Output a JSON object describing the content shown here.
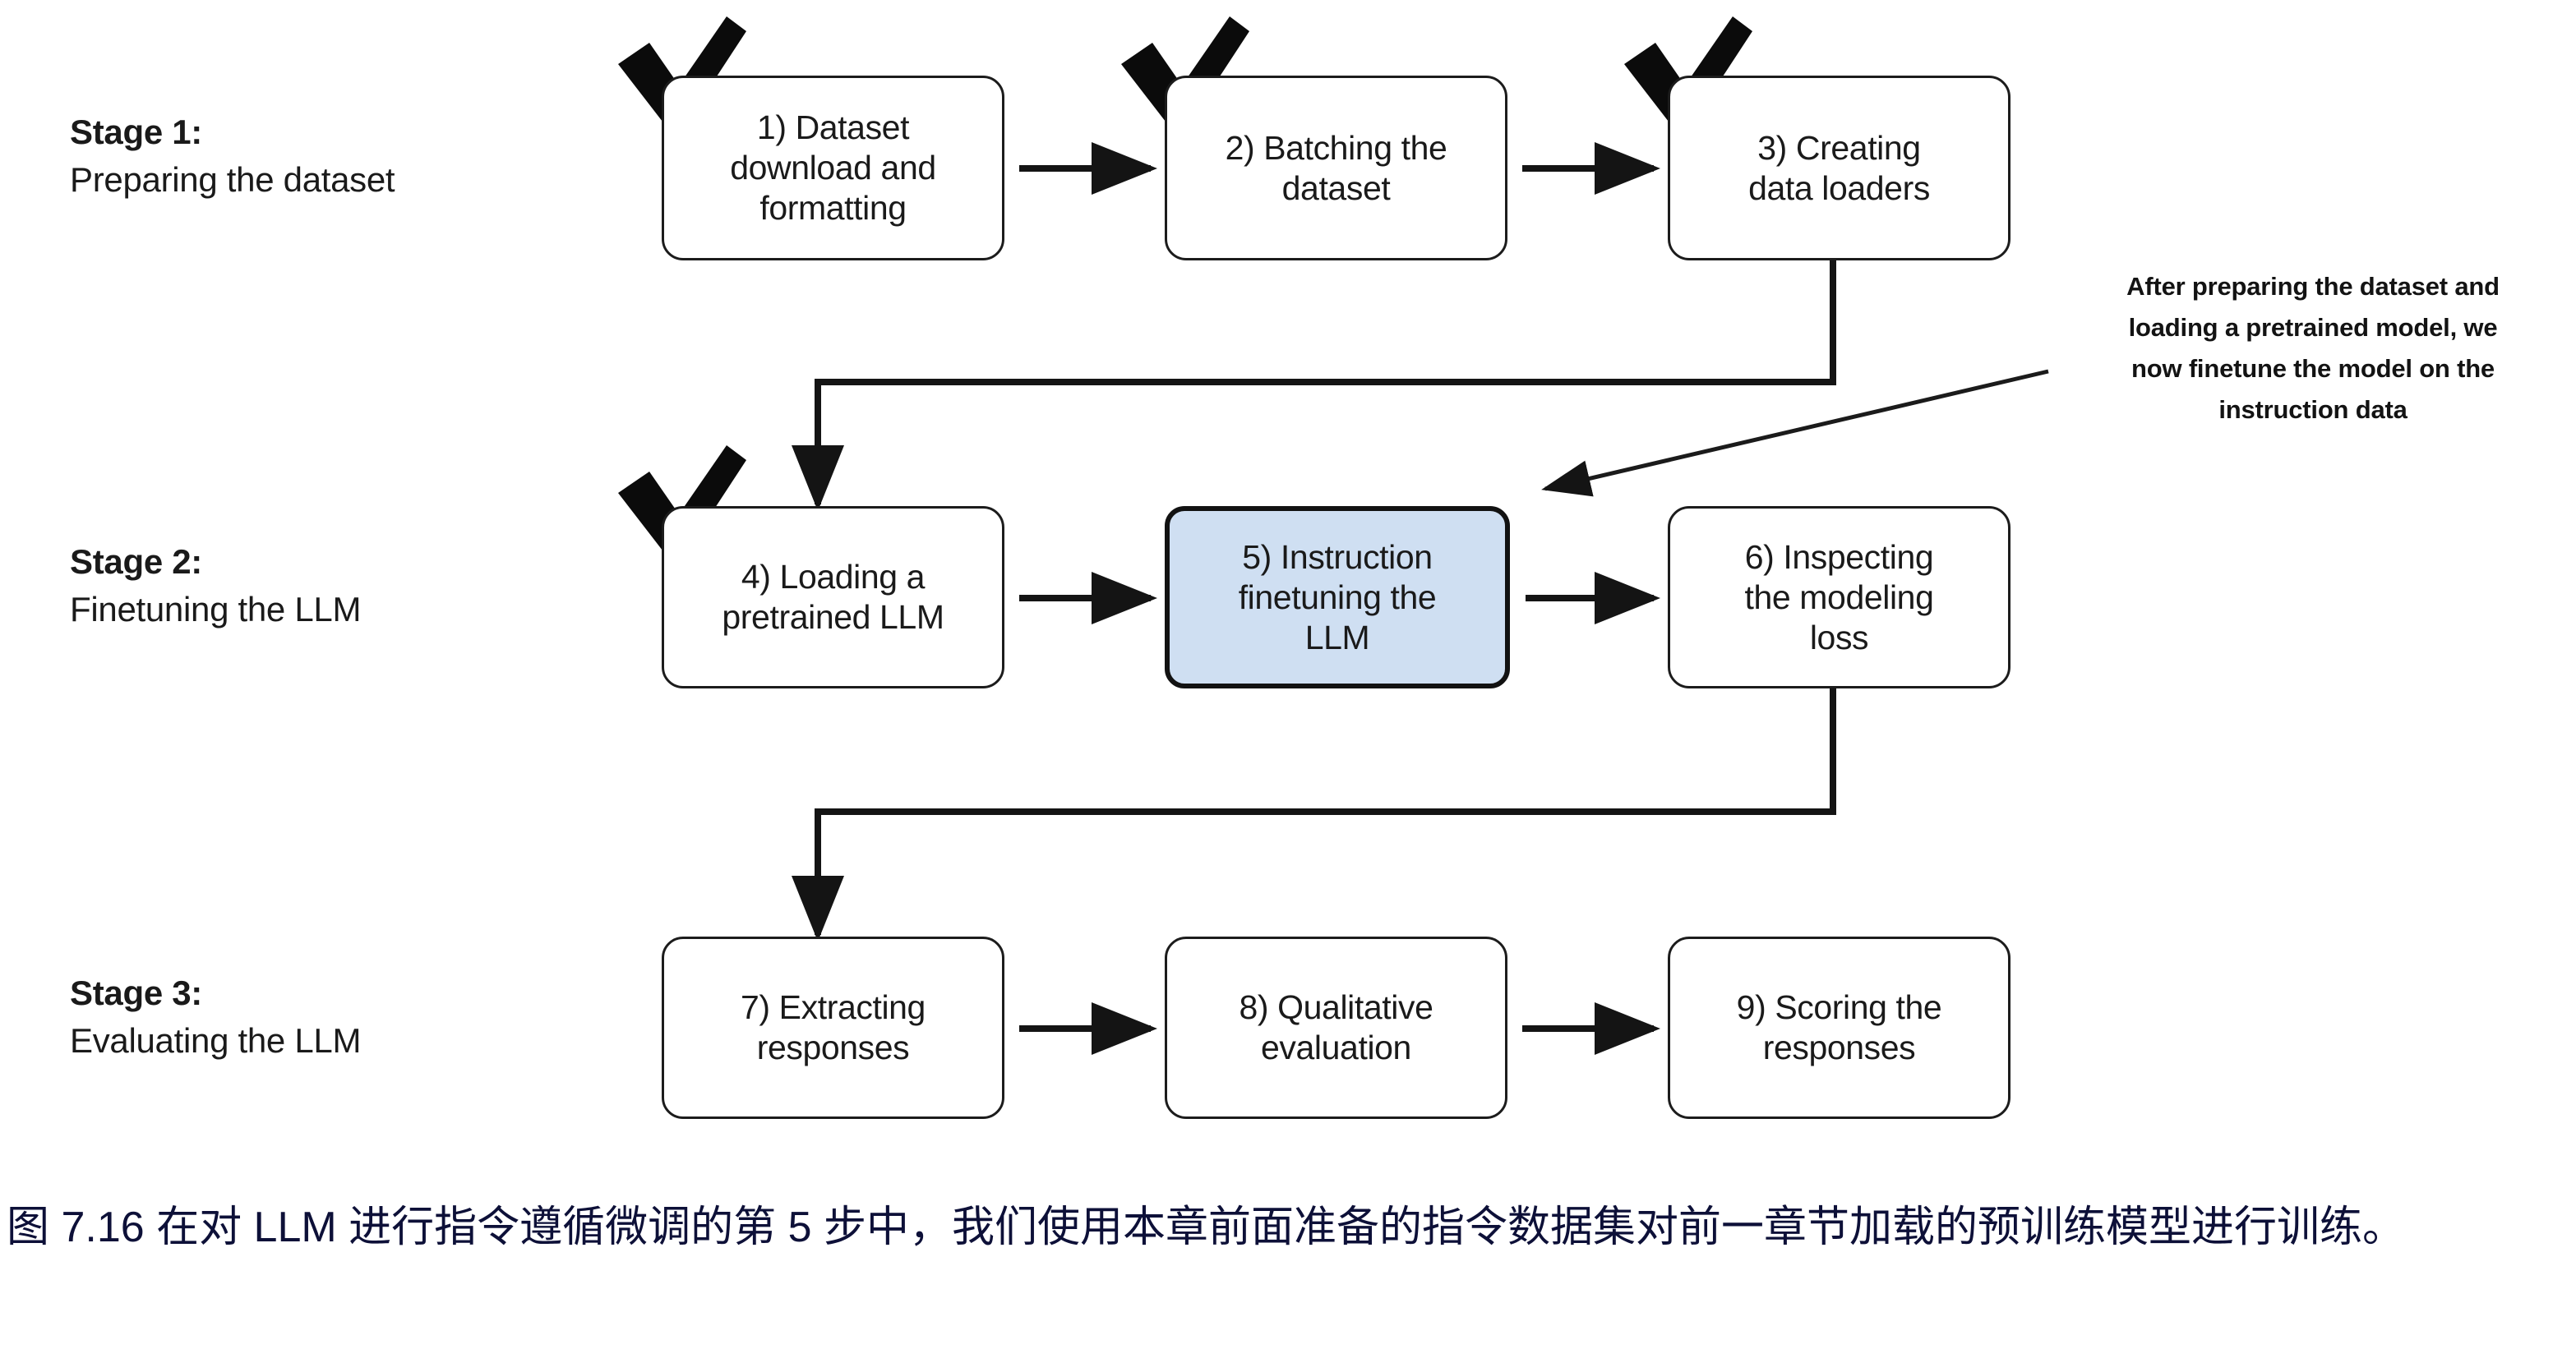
{
  "figure": {
    "title_number": "7.16",
    "stages": [
      {
        "id": "stage-1",
        "title": "Stage 1:",
        "subtitle": "Preparing the dataset"
      },
      {
        "id": "stage-2",
        "title": "Stage 2:",
        "subtitle": "Finetuning the LLM"
      },
      {
        "id": "stage-3",
        "title": "Stage 3:",
        "subtitle": "Evaluating the LLM"
      }
    ],
    "nodes": [
      {
        "id": "node-1",
        "label": "1) Dataset\ndownload and\nformatting",
        "done": true,
        "highlight": false
      },
      {
        "id": "node-2",
        "label": "2) Batching the\ndataset",
        "done": true,
        "highlight": false
      },
      {
        "id": "node-3",
        "label": "3) Creating\ndata loaders",
        "done": true,
        "highlight": false
      },
      {
        "id": "node-4",
        "label": "4) Loading a\npretrained LLM",
        "done": true,
        "highlight": false
      },
      {
        "id": "node-5",
        "label": "5) Instruction\nfinetuning the\nLLM",
        "done": false,
        "highlight": true
      },
      {
        "id": "node-6",
        "label": "6) Inspecting\nthe modeling\nloss",
        "done": false,
        "highlight": false
      },
      {
        "id": "node-7",
        "label": "7) Extracting\nresponses",
        "done": false,
        "highlight": false
      },
      {
        "id": "node-8",
        "label": "8) Qualitative\nevaluation",
        "done": false,
        "highlight": false
      },
      {
        "id": "node-9",
        "label": "9) Scoring the\nresponses",
        "done": false,
        "highlight": false
      }
    ],
    "annotation": "After preparing the dataset and\nloading a pretrained model, we\nnow finetune the model on the\ninstruction data",
    "caption": "图 7.16 在对 LLM 进行指令遵循微调的第 5 步中，我们使用本章前面准备的指令数据集对前一章节加载的预训练模型进行训练。",
    "colors": {
      "highlight_fill": "#cfdff2",
      "stroke": "#1c1c1c",
      "text": "#1a1a1a",
      "caption": "#0d1038",
      "background": "#ffffff"
    }
  }
}
